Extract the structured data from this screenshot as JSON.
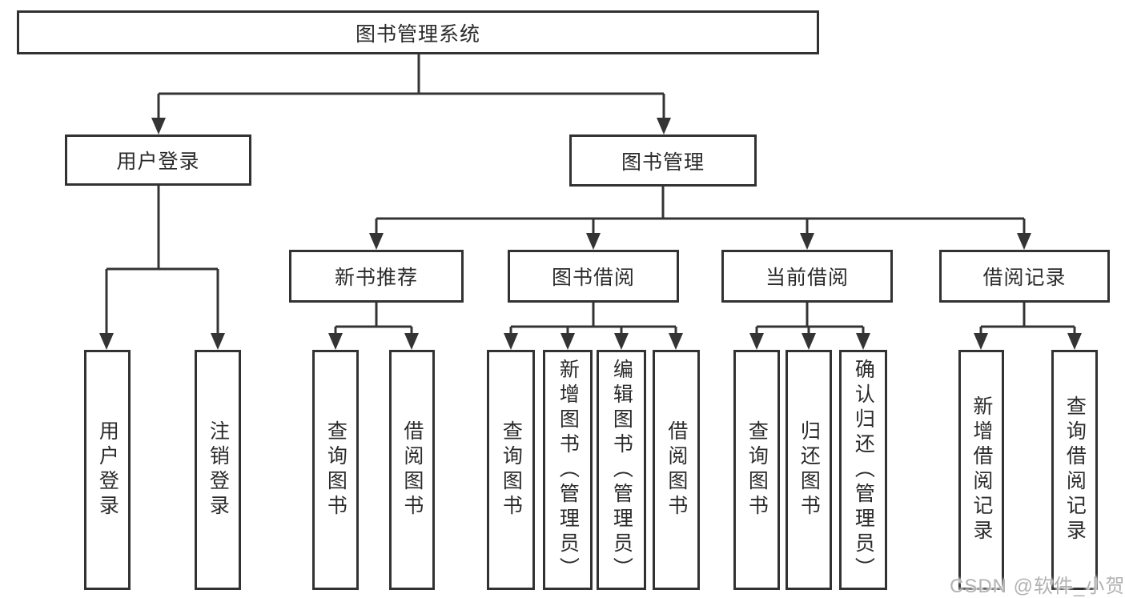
{
  "diagram": {
    "root_label": "图书管理系统",
    "branches": {
      "user_login": {
        "label": "用户登录",
        "children": [
          "用户登录",
          "注销登录"
        ]
      },
      "book_mgmt": {
        "label": "图书管理",
        "sections": {
          "new_books": {
            "label": "新书推荐",
            "children": [
              "查询图书",
              "借阅图书"
            ]
          },
          "book_borrow": {
            "label": "图书借阅",
            "children": [
              "查询图书",
              "新增图书（管理员）",
              "编辑图书（管理员）",
              "借阅图书"
            ]
          },
          "current_borrow": {
            "label": "当前借阅",
            "children": [
              "查询图书",
              "归还图书",
              "确认归还（管理员）"
            ]
          },
          "borrow_records": {
            "label": "借阅记录",
            "children": [
              "新增借阅记录",
              "查询借阅记录"
            ]
          }
        }
      }
    }
  },
  "watermark": {
    "text": "CSDN @软件_小贺同学"
  },
  "colors": {
    "line": "#343434",
    "border": "#323232",
    "text": "#2b2b2b",
    "watermark": "#b2b2b2",
    "background": "#ffffff"
  }
}
